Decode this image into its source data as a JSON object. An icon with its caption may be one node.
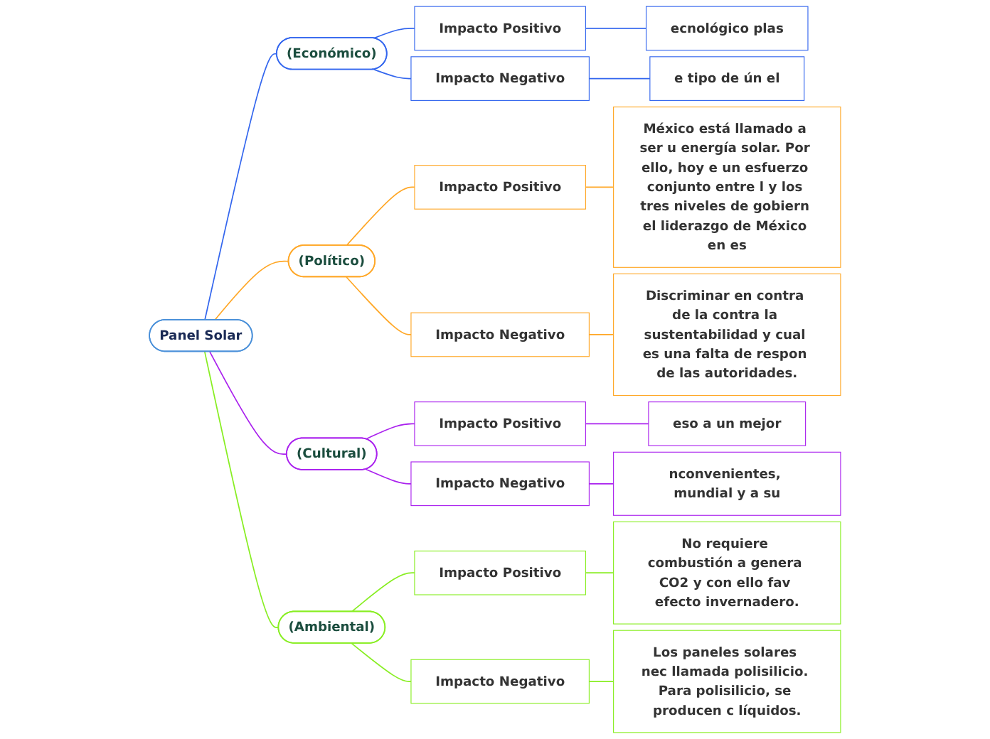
{
  "diagram": {
    "nodes": [
      {
        "text": [
          "Panel Solar"
        ]
      },
      {
        "text": [
          "(Económico)"
        ]
      },
      {
        "text": [
          "Impacto Positivo"
        ]
      },
      {
        "text": [
          "ecnológico plas"
        ]
      },
      {
        "text": [
          "Impacto Negativo"
        ]
      },
      {
        "text": [
          "e tipo de ún el"
        ]
      },
      {
        "text": [
          "(Político)"
        ]
      },
      {
        "text": [
          "Impacto Positivo"
        ]
      },
      {
        "text": [
          "México está llamado a ser u energía solar. Por ello, hoy e un esfuerzo conjunto entre l y los tres niveles de gobiern el liderazgo de México en es"
        ]
      },
      {
        "text": [
          "Impacto Negativo"
        ]
      },
      {
        "text": [
          "Discriminar en contra de la contra la sustentabilidad y cual es una falta de respon de las autoridades."
        ]
      },
      {
        "text": [
          "(Cultural)"
        ]
      },
      {
        "text": [
          "Impacto Positivo"
        ]
      },
      {
        "text": [
          "eso a un mejor"
        ]
      },
      {
        "text": [
          "Impacto Negativo"
        ]
      },
      {
        "text": [
          "nconvenientes, mundial y a su"
        ]
      },
      {
        "text": [
          "(Ambiental)"
        ]
      },
      {
        "text": [
          "Impacto Positivo"
        ]
      },
      {
        "text": [
          "No requiere combustión a genera CO2 y con ello fav efecto invernadero."
        ]
      },
      {
        "text": [
          "Impacto Negativo"
        ]
      },
      {
        "text": [
          "Los paneles solares nec llamada polisilicio. Para polisilicio, se producen c líquidos."
        ]
      }
    ],
    "edges": [
      {
        "from": 0,
        "to": 1,
        "arrow": "none",
        "color": "#3366ee"
      },
      {
        "from": 1,
        "to": 2,
        "arrow": "none",
        "color": "#3366ee"
      },
      {
        "from": 2,
        "to": 3,
        "arrow": "none",
        "color": "#3366ee"
      },
      {
        "from": 1,
        "to": 4,
        "arrow": "none",
        "color": "#3366ee"
      },
      {
        "from": 4,
        "to": 5,
        "arrow": "none",
        "color": "#3366ee"
      },
      {
        "from": 0,
        "to": 6,
        "arrow": "none",
        "color": "#ffa726"
      },
      {
        "from": 6,
        "to": 7,
        "arrow": "none",
        "color": "#ffa726"
      },
      {
        "from": 7,
        "to": 8,
        "arrow": "none",
        "color": "#ffa726"
      },
      {
        "from": 6,
        "to": 9,
        "arrow": "none",
        "color": "#ffa726"
      },
      {
        "from": 9,
        "to": 10,
        "arrow": "none",
        "color": "#ffa726"
      },
      {
        "from": 0,
        "to": 11,
        "arrow": "none",
        "color": "#aa22ee"
      },
      {
        "from": 11,
        "to": 12,
        "arrow": "none",
        "color": "#aa22ee"
      },
      {
        "from": 12,
        "to": 13,
        "arrow": "none",
        "color": "#aa22ee"
      },
      {
        "from": 11,
        "to": 14,
        "arrow": "none",
        "color": "#aa22ee"
      },
      {
        "from": 14,
        "to": 15,
        "arrow": "none",
        "color": "#aa22ee"
      },
      {
        "from": 0,
        "to": 16,
        "arrow": "none",
        "color": "#88ee22"
      },
      {
        "from": 16,
        "to": 17,
        "arrow": "none",
        "color": "#88ee22"
      },
      {
        "from": 17,
        "to": 18,
        "arrow": "none",
        "color": "#88ee22"
      },
      {
        "from": 16,
        "to": 19,
        "arrow": "none",
        "color": "#88ee22"
      },
      {
        "from": 19,
        "to": 20,
        "arrow": "none",
        "color": "#88ee22"
      }
    ]
  }
}
